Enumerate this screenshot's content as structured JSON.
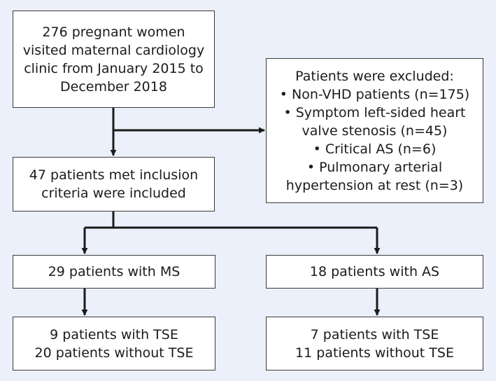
{
  "boxes": {
    "start": {
      "lines": [
        "276 pregnant women",
        "visited maternal cardiology",
        "clinic from January 2015 to",
        "December 2018"
      ]
    },
    "excluded": {
      "lines": [
        "Patients were excluded:",
        "• Non-VHD patients (n=175)",
        "• Symptom left-sided heart",
        "valve stenosis (n=45)",
        "• Critical AS (n=6)",
        "• Pulmonary arterial",
        "hypertension at rest (n=3)"
      ]
    },
    "included": {
      "lines": [
        "47 patients met inclusion",
        "criteria were included"
      ]
    },
    "ms": {
      "lines": [
        "29 patients with MS"
      ]
    },
    "as": {
      "lines": [
        "18 patients with AS"
      ]
    },
    "ms_tse": {
      "lines": [
        "9 patients with TSE",
        "20 patients without TSE"
      ]
    },
    "as_tse": {
      "lines": [
        "7 patients with TSE",
        "11 patients without TSE"
      ]
    }
  }
}
